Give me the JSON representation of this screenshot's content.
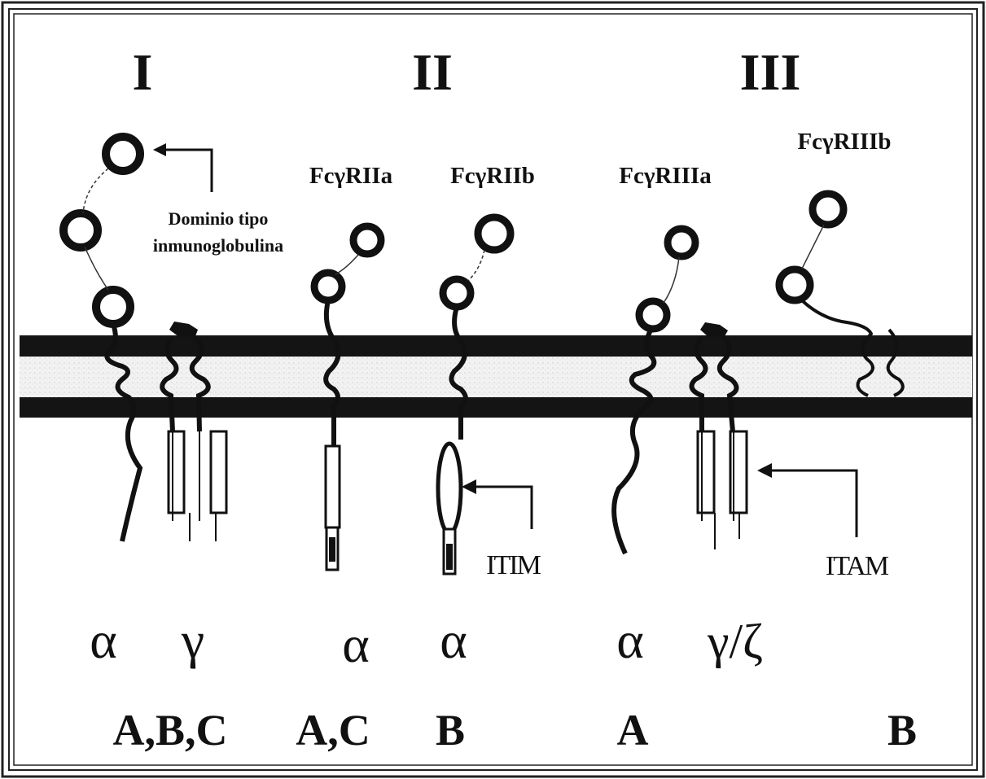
{
  "classes": {
    "class_I": "I",
    "class_II": "II",
    "class_III": "III"
  },
  "receptors": {
    "fcgriia": "FcγRIIa",
    "fcgriib": "FcγRIIb",
    "fcgriiia": "FcγRIIIa",
    "fcgriiib": "FcγRIIIb"
  },
  "annotations": {
    "ig_domain_line1": "Dominio tipo",
    "ig_domain_line2": "inmunoglobulina",
    "itim": "ITIM",
    "itam": "ITAM"
  },
  "chains": {
    "I_alpha": "α",
    "I_gamma": "γ",
    "IIa_alpha": "α",
    "IIb_alpha": "α",
    "IIIa_alpha": "α",
    "IIIa_gamma_zeta": "γ/ζ"
  },
  "isoforms": {
    "I": "A,B,C",
    "IIa": "A,C",
    "IIb": "B",
    "IIIa": "A",
    "IIIb": "B"
  }
}
